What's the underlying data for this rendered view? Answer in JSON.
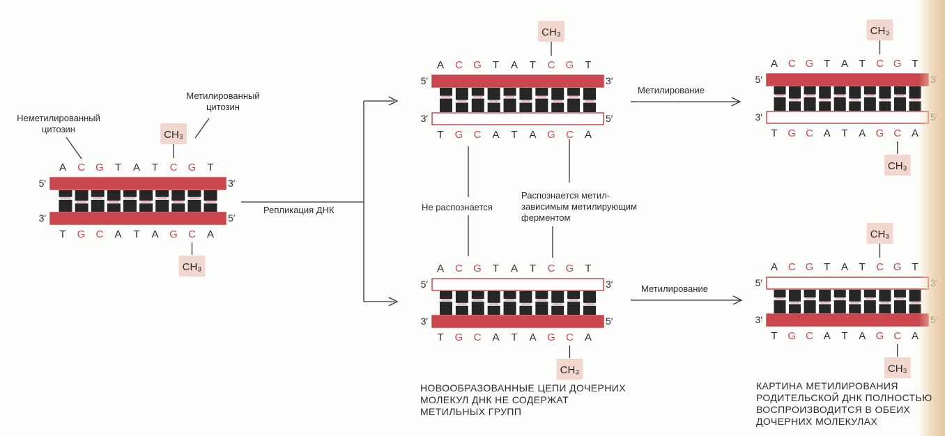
{
  "strands": {
    "top_seq": [
      "A",
      "C",
      "G",
      "T",
      "A",
      "T",
      "C",
      "G",
      "T"
    ],
    "bottom_seq": [
      "T",
      "G",
      "C",
      "A",
      "T",
      "A",
      "G",
      "C",
      "A"
    ],
    "methylated_colored_indices": [
      1,
      2,
      6,
      7
    ],
    "end5": "5′",
    "end3": "3′"
  },
  "methyl": "CH₃",
  "labels": {
    "unmethylated": [
      "Неметилированный",
      "цитозин"
    ],
    "methylated": [
      "Метилированный",
      "цитозин"
    ],
    "replication": "Репликация ДНК",
    "methylation_1": "Метилирование",
    "methylation_2": "Метилирование",
    "not_recognized": "Не распознается",
    "recognized": [
      "Распознается метил-",
      "зависимым метилирующим",
      "ферментом"
    ]
  },
  "captions": {
    "new_strands": [
      "НОВООБРАЗОВАННЫЕ ЦЕПИ ДОЧЕРНИХ",
      "МОЛЕКУЛ ДНК НЕ СОДЕРЖАТ",
      "МЕТИЛЬНЫХ ГРУПП"
    ],
    "pattern": [
      "КАРТИНА МЕТИЛИРОВАНИЯ",
      "РОДИТЕЛЬСКОЙ ДНК ПОЛНОСТЬЮ",
      "ВОСПРОИЗВОДИТСЯ В ОБЕИХ",
      "ДОЧЕРНИХ МОЛЕКУЛАХ"
    ]
  },
  "colors": {
    "strand_red": "#c9474d",
    "letter_red": "#c24a50",
    "base_dark": "#262626",
    "methyl_bg": "#f2d7cf"
  }
}
